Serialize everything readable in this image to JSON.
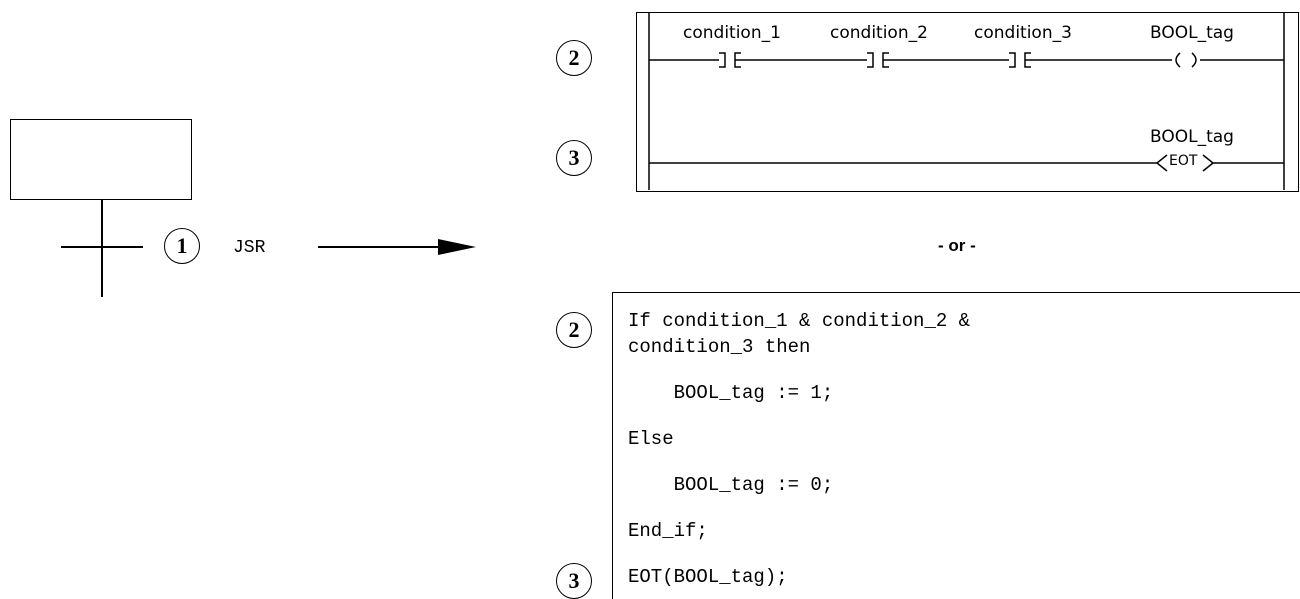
{
  "callouts": {
    "c1": "1",
    "c2_top": "2",
    "c3_top": "3",
    "c2_bottom": "2",
    "c3_bottom": "3"
  },
  "jsr_label": "JSR",
  "or_label": "- or -",
  "ladder": {
    "rung1": {
      "contacts": [
        "condition_1",
        "condition_2",
        "condition_3"
      ],
      "coil_tag": "BOOL_tag"
    },
    "rung2": {
      "coil_tag": "BOOL_tag",
      "instruction": "EOT"
    }
  },
  "structured_text": [
    "If condition_1 & condition_2 &",
    "condition_3 then",
    "    BOOL_tag := 1;",
    "Else",
    "    BOOL_tag := 0;",
    "End_if;",
    "EOT(BOOL_tag);"
  ]
}
